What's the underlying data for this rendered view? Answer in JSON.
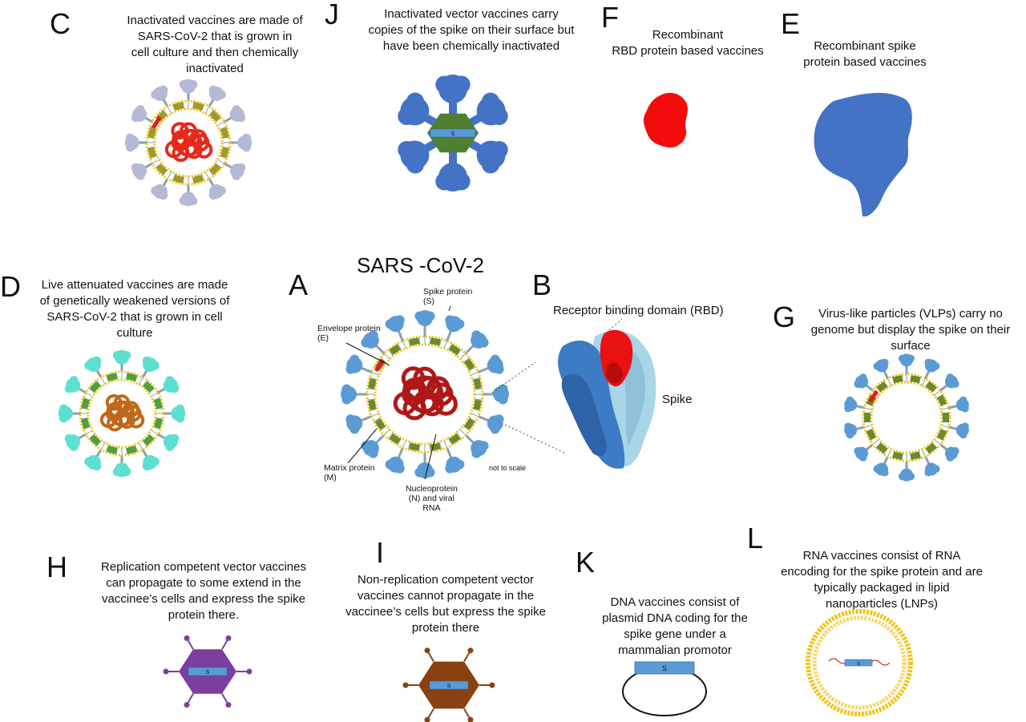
{
  "panels": {
    "C": {
      "letter": "C",
      "lines": [
        "Inactivated vaccines are made of",
        "SARS-CoV-2 that is grown in",
        "cell culture and then chemically",
        "inactivated"
      ]
    },
    "J": {
      "letter": "J",
      "lines": [
        "Inactivated vector vaccines carry",
        "copies of the spike on their surface but",
        "have been chemically inactivated"
      ]
    },
    "F": {
      "letter": "F",
      "lines": [
        "Recombinant",
        "RBD protein based vaccines"
      ]
    },
    "E": {
      "letter": "E",
      "lines": [
        "Recombinant spike",
        "protein based vaccines"
      ]
    },
    "D": {
      "letter": "D",
      "lines": [
        "Live attenuated vaccines are made",
        "of genetically weakened versions of",
        "SARS-CoV-2 that is grown in cell",
        "culture"
      ]
    },
    "A": {
      "letter": "A",
      "title": "SARS -CoV-2"
    },
    "B": {
      "letter": "B",
      "label_rbd": "Receptor binding domain (RBD)",
      "label_spike": "Spike"
    },
    "G": {
      "letter": "G",
      "lines": [
        "Virus-like particles (VLPs) carry no",
        "genome but display the spike on their",
        "surface"
      ]
    },
    "H": {
      "letter": "H",
      "lines": [
        "Replication competent vector vaccines",
        "can propagate to some extend in the",
        "vaccinee’s cells and express the spike",
        "protein there."
      ]
    },
    "I": {
      "letter": "I",
      "lines": [
        "Non-replication competent vector",
        "vaccines cannot propagate in the",
        "vaccinee’s cells but express the spike",
        "protein there"
      ]
    },
    "K": {
      "letter": "K",
      "lines": [
        "DNA vaccines consist of",
        "plasmid DNA coding for the",
        "spike gene under a",
        "mammalian promotor"
      ]
    },
    "L": {
      "letter": "L",
      "lines": [
        "RNA vaccines consist of RNA",
        "encoding for the spike protein and are",
        "typically packaged in lipid",
        "nanoparticles (LNPs)"
      ]
    }
  },
  "virus_labels": {
    "spike": [
      "Spike protein",
      "(S)"
    ],
    "envelope": [
      "Envelope protein",
      "(E)"
    ],
    "matrix": [
      "Matrix protein",
      "(M)"
    ],
    "nucleo": [
      "Nucleoprotein",
      "(N) and viral",
      "RNA"
    ],
    "scale": "not to scale"
  },
  "gene_label": "S",
  "colors": {
    "spike_blue": "#5b9bd5",
    "spike_grey": "#b4b9d6",
    "spike_cyan": "#5de0d0",
    "rna_red": "#d42020",
    "rna_darkred": "#b01818",
    "rna_brown": "#c06818",
    "membrane_yellow": "#f2c41a",
    "matrix_green": "#6e8a28",
    "olive": "#a09a28",
    "vector_green": "#4f7f30",
    "vector_purple": "#7b3fa0",
    "vector_brown": "#8a4010",
    "rbd_red": "#ee1111",
    "protein_blue": "#4472c4",
    "lnp_gold": "#f0c419"
  }
}
